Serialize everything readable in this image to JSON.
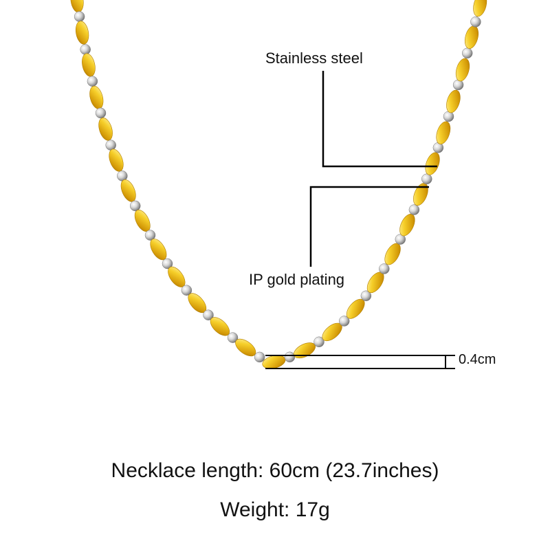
{
  "product": {
    "name": "two-tone bead chain necklace",
    "colors": {
      "gold": "#f2c21a",
      "steel": "#c9c9c9",
      "line": "#000000"
    }
  },
  "annotations": {
    "steel_label": "Stainless steel",
    "gold_label": "IP gold plating",
    "width_label": "0.4cm"
  },
  "specs": {
    "length": "Necklace length: 60cm (23.7inches)",
    "weight": "Weight: 17g"
  }
}
